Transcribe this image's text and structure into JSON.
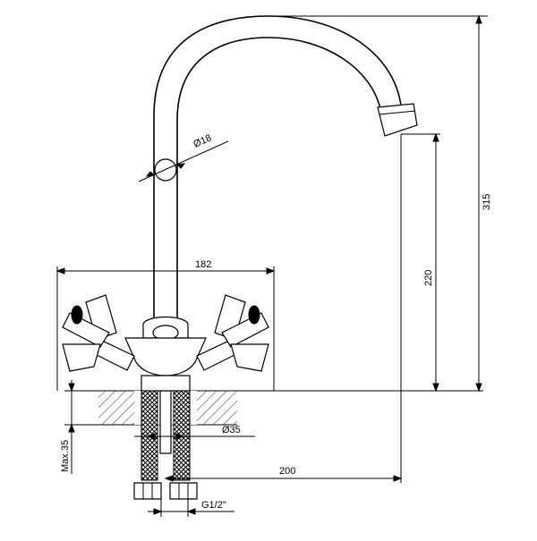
{
  "drawing": {
    "dimensions": {
      "spout_diameter": "Ø18",
      "overall_height": "315",
      "spout_height": "220",
      "body_width": "182",
      "hole_diameter": "Ø35",
      "max_thickness": "Max.35",
      "spout_reach": "200",
      "thread": "G1/2\""
    }
  }
}
